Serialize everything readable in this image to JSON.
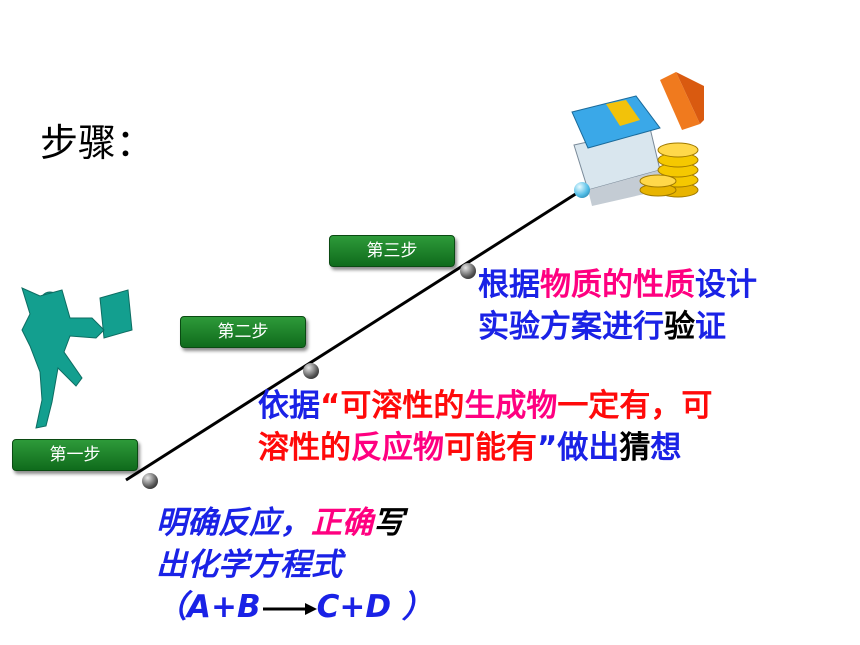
{
  "title": "步骤：",
  "steps": [
    {
      "label": "第一步"
    },
    {
      "label": "第二步"
    },
    {
      "label": "第三步"
    }
  ],
  "text3": {
    "line1": [
      {
        "t": "根据",
        "c": "blue"
      },
      {
        "t": "物质的性质",
        "c": "mag"
      },
      {
        "t": "设计",
        "c": "blue"
      }
    ],
    "line2": [
      {
        "t": "实验方案进行",
        "c": "blue"
      },
      {
        "t": "验",
        "c": "blk"
      },
      {
        "t": "证",
        "c": "blue"
      }
    ]
  },
  "text2": {
    "line1": [
      {
        "t": "依据",
        "c": "blue"
      },
      {
        "t": "“可溶性的",
        "c": "red"
      },
      {
        "t": "生成物",
        "c": "mag"
      },
      {
        "t": "一定有，可",
        "c": "red"
      }
    ],
    "line2": [
      {
        "t": "溶性的",
        "c": "red"
      },
      {
        "t": "反应物",
        "c": "mag"
      },
      {
        "t": "可能有",
        "c": "red"
      },
      {
        "t": "”做出",
        "c": "blue"
      },
      {
        "t": "猜",
        "c": "blk"
      },
      {
        "t": "想",
        "c": "blue"
      }
    ]
  },
  "text1": {
    "line1": [
      {
        "t": "明确反应，",
        "c": "blue"
      },
      {
        "t": "正确",
        "c": "mag"
      },
      {
        "t": "写",
        "c": "blk"
      }
    ],
    "line2": "出化学方程式",
    "line3_left": "（A+B",
    "line3_right": "C+D ）"
  },
  "colors": {
    "blue": "#1a22e6",
    "red": "#ff0a0a",
    "magenta": "#ff0080",
    "step_button": "#1e8a2c",
    "figure": "#139f8f"
  }
}
